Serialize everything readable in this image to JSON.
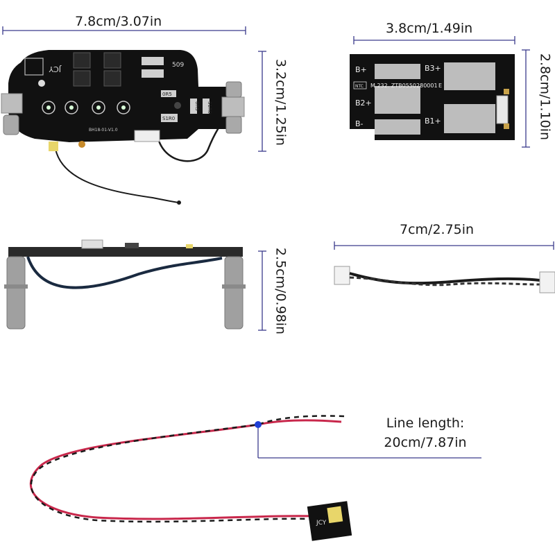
{
  "dimensions": {
    "main_board_width": "7.8cm/3.07in",
    "main_board_height": "3.2cm/1.25in",
    "balance_board_width": "3.8cm/1.49in",
    "balance_board_height": "2.8cm/1.10in",
    "side_view_height": "2.5cm/0.98in",
    "cable_length": "7cm/2.75in"
  },
  "line_length": {
    "label": "Line length:",
    "value": "20cm/7.87in"
  },
  "main_board": {
    "silk_brand": "JCY",
    "silk_model": "BH18-01-V1.0",
    "resistor_1": "0R5",
    "resistor_2": "0R5",
    "resistor_3": "S1R0",
    "resistor_4": "S1R0",
    "top_chip": "509"
  },
  "balance_board": {
    "pad_b_plus": "B+",
    "pad_b3_plus": "B3+",
    "pad_b2_plus": "B2+",
    "pad_b_minus": "B-",
    "pad_b1_plus": "B1+",
    "ntc_label": "NTC",
    "serial_text": "M.232. ZTB0550280001",
    "serial_suffix": "E"
  },
  "sensor_board": {
    "silk_text": "JCY"
  },
  "colors": {
    "dimension_line": "#3a3a8c",
    "pcb_black": "#111111",
    "pad_silver": "#bdbdbd",
    "wire_red": "#c8274b",
    "wire_black": "#1a1a1a",
    "marker_blue": "#1f3fd6"
  }
}
